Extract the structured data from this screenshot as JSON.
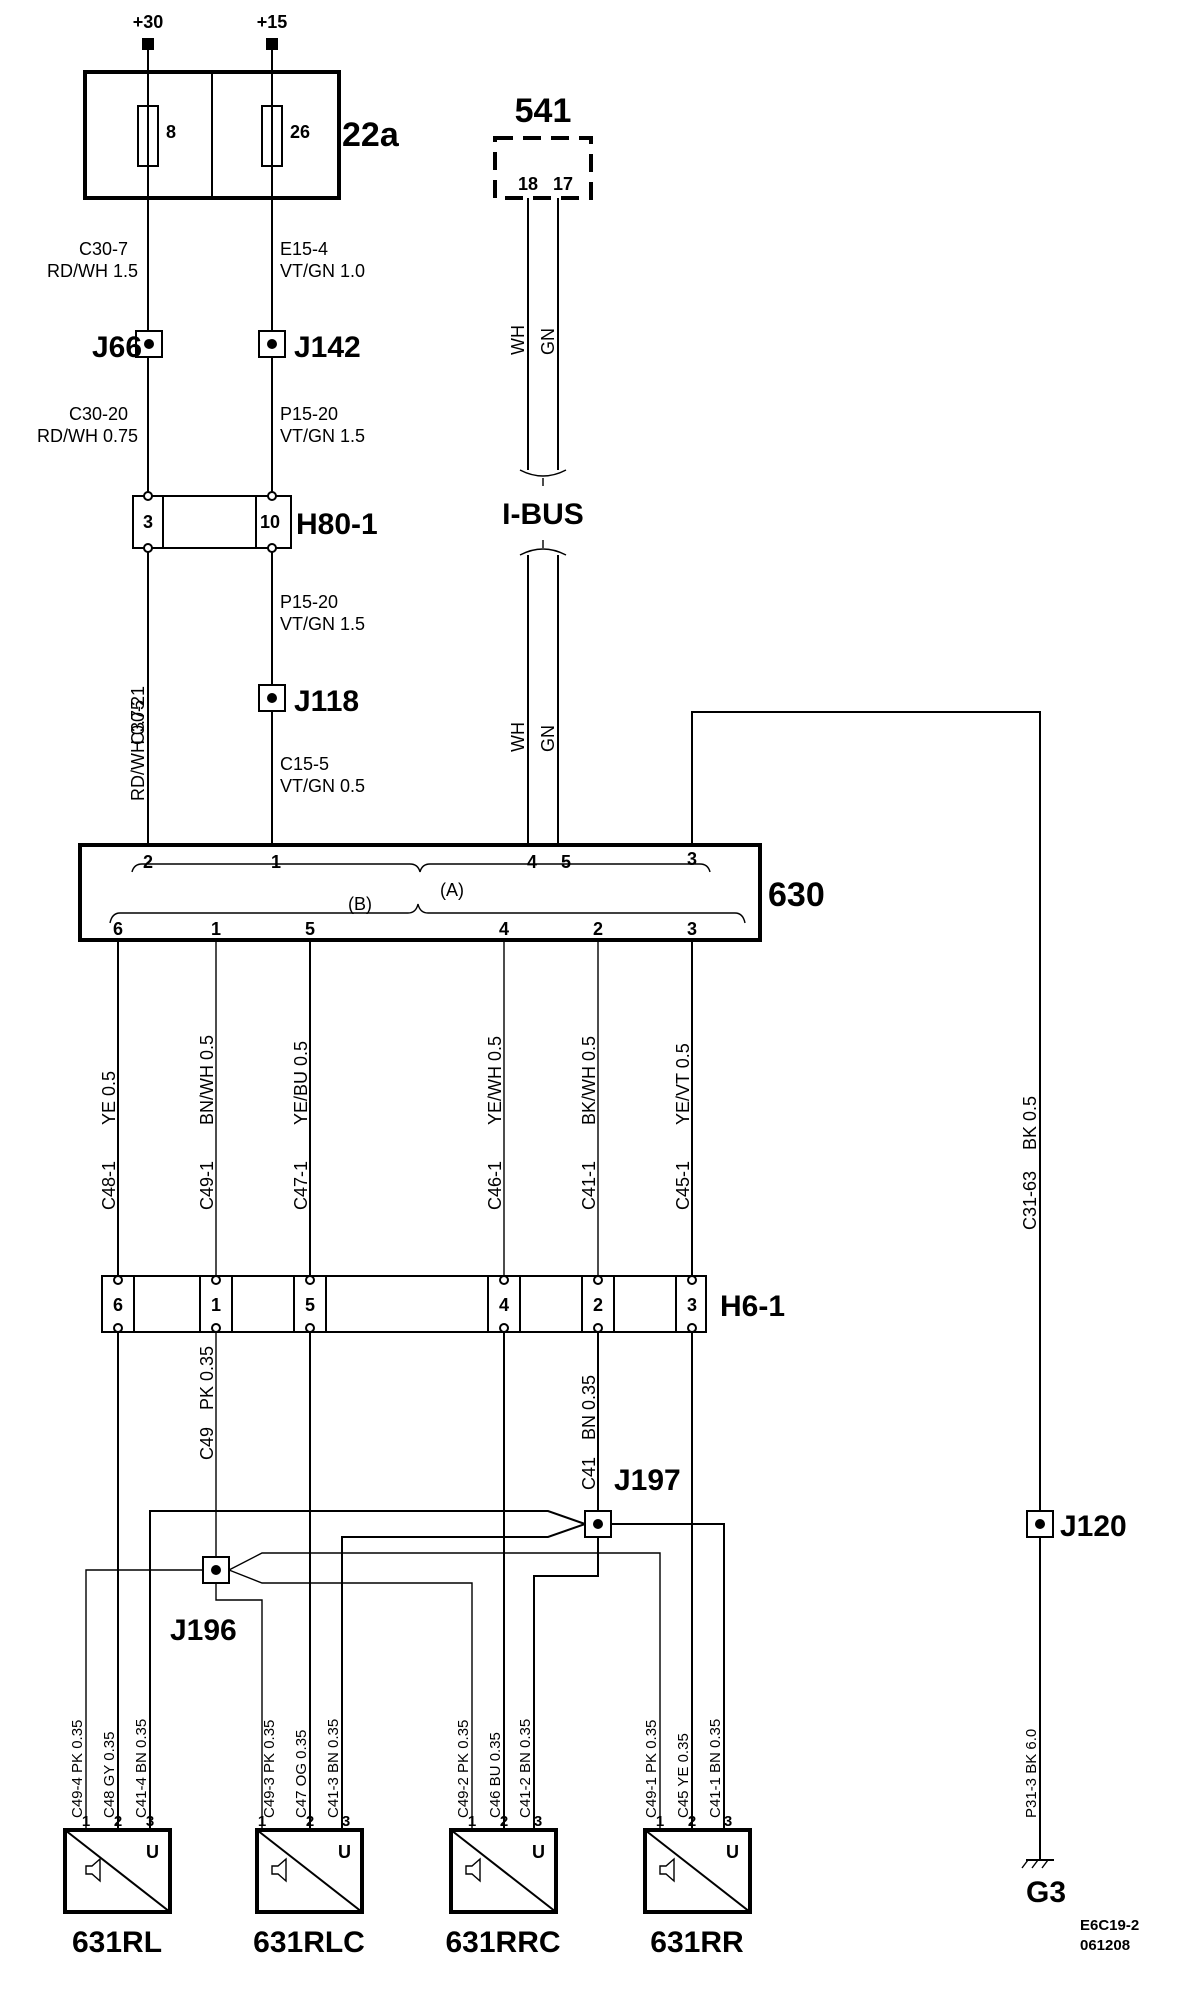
{
  "supply": {
    "plus30": "+30",
    "plus15": "+15"
  },
  "fusebox": {
    "id": "22a",
    "fuse_left": "8",
    "fuse_right": "26"
  },
  "module541": {
    "id": "541",
    "pin18": "18",
    "pin17": "17"
  },
  "wires_top": {
    "left1_circuit": "C30-7",
    "left1_spec": "RD/WH  1.5",
    "right1_circuit": "E15-4",
    "right1_spec": "VT/GN  1.0",
    "left2_circuit": "C30-20",
    "left2_spec": "RD/WH  0.75",
    "right2_circuit": "P15-20",
    "right2_spec": "VT/GN  1.5",
    "left3_circuit": "C30-21",
    "left3_spec": "RD/WH  0.75",
    "right3_circuit": "P15-20",
    "right3_spec": "VT/GN  1.5",
    "right4_circuit": "C15-5",
    "right4_spec": "VT/GN  0.5"
  },
  "bus": {
    "wh": "WH",
    "gn": "GN",
    "label": "I-BUS"
  },
  "junctions": {
    "j66": "J66",
    "j142": "J142",
    "j118": "J118",
    "j197": "J197",
    "j196": "J196",
    "j120": "J120"
  },
  "connector_h80": {
    "id": "H80-1",
    "pin_a": "3",
    "pin_b": "10"
  },
  "amp630": {
    "id": "630",
    "group_a": "(A)",
    "group_b": "(B)",
    "pins_a": [
      "2",
      "1",
      "4",
      "5",
      "3"
    ],
    "pins_b": [
      "6",
      "1",
      "5",
      "4",
      "2",
      "3"
    ]
  },
  "wires_mid": [
    {
      "circuit": "C48-1",
      "spec": "YE  0.5"
    },
    {
      "circuit": "C49-1",
      "spec": "BN/WH  0.5"
    },
    {
      "circuit": "C47-1",
      "spec": "YE/BU  0.5"
    },
    {
      "circuit": "C46-1",
      "spec": "YE/WH  0.5"
    },
    {
      "circuit": "C41-1",
      "spec": "BK/WH  0.5"
    },
    {
      "circuit": "C45-1",
      "spec": "YE/VT  0.5"
    }
  ],
  "ground_wire_top": {
    "circuit": "C31-63",
    "spec": "BK  0.5"
  },
  "connector_h6": {
    "id": "H6-1",
    "pins": [
      "6",
      "1",
      "5",
      "4",
      "2",
      "3"
    ]
  },
  "wires_low": {
    "c49": {
      "circuit": "C49",
      "spec": "PK  0.35"
    },
    "c41": {
      "circuit": "C41",
      "spec": "BN  0.35"
    }
  },
  "speakers": [
    {
      "id": "631RL",
      "unit": "U",
      "pins": [
        "1",
        "2",
        "3"
      ],
      "wires": [
        "C49-4  PK  0.35",
        "C48  GY  0.35",
        "C41-4  BN  0.35"
      ]
    },
    {
      "id": "631RLC",
      "unit": "U",
      "pins": [
        "1",
        "2",
        "3"
      ],
      "wires": [
        "C49-3  PK  0.35",
        "C47  OG  0.35",
        "C41-3  BN  0.35"
      ]
    },
    {
      "id": "631RRC",
      "unit": "U",
      "pins": [
        "1",
        "2",
        "3"
      ],
      "wires": [
        "C49-2  PK  0.35",
        "C46  BU  0.35",
        "C41-2  BN  0.35"
      ]
    },
    {
      "id": "631RR",
      "unit": "U",
      "pins": [
        "1",
        "2",
        "3"
      ],
      "wires": [
        "C49-1  PK  0.35",
        "C45  YE  0.35",
        "C41-1  BN  0.35"
      ]
    }
  ],
  "ground": {
    "wire": "P31-3  BK  6.0",
    "id": "G3"
  },
  "footer": {
    "code": "E6C19-2",
    "date": "061208"
  }
}
